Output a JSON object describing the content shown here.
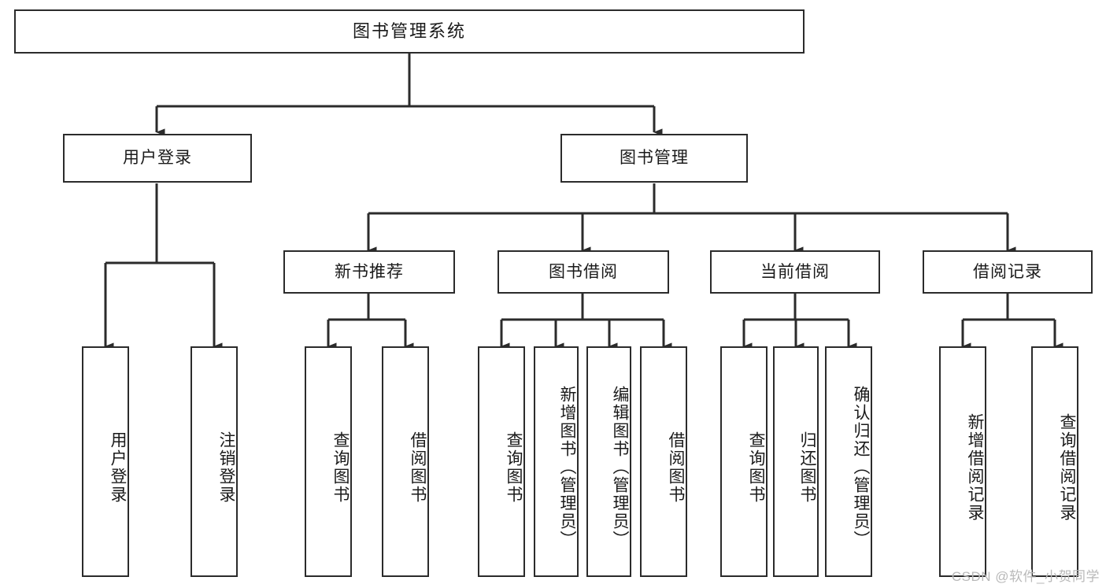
{
  "diagram": {
    "title": "图书管理系统",
    "watermark": "CSDN @软件_小贺同学",
    "colors": {
      "stroke": "#2b2b2b",
      "fill": "#ffffff",
      "text": "#1a1a1a",
      "watermark": "#b9b9b9"
    },
    "nodes": {
      "root": "图书管理系统",
      "level2": {
        "user_login": "用户登录",
        "book_manage": "图书管理"
      },
      "level3": {
        "new_book_rec": "新书推荐",
        "book_borrow": "图书借阅",
        "current_borrow": "当前借阅",
        "borrow_record": "借阅记录"
      },
      "leaves": {
        "user_login_1": "用户登录",
        "user_login_2": "注销登录",
        "new_book_1": "查询图书",
        "new_book_2": "借阅图书",
        "borrow_1": "查询图书",
        "borrow_2": "新增图书（管理员）",
        "borrow_3": "编辑图书（管理员）",
        "borrow_4": "借阅图书",
        "current_1": "查询图书",
        "current_2": "归还图书",
        "current_3": "确认归还（管理员）",
        "record_1": "新增借阅记录",
        "record_2": "查询借阅记录"
      }
    }
  }
}
